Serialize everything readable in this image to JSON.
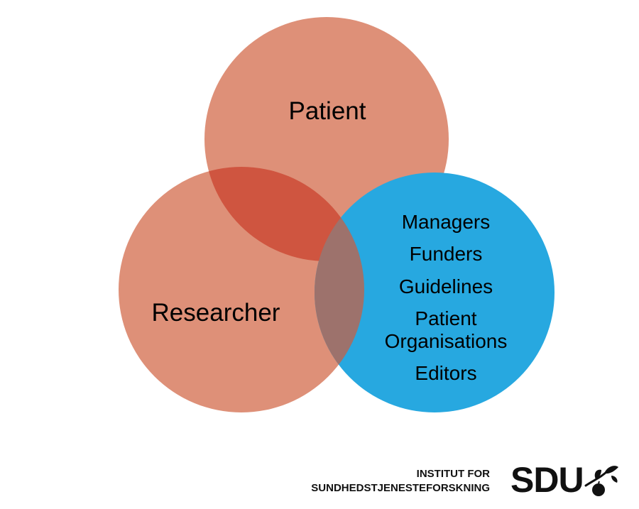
{
  "diagram": {
    "circles": [
      {
        "id": "patient",
        "label": "Patient",
        "color": "#de9078"
      },
      {
        "id": "researcher",
        "label": "Researcher",
        "color": "#de9078"
      },
      {
        "id": "stakeholders",
        "lines": [
          "Managers",
          "Funders",
          "Guidelines",
          "Patient",
          "Organisations",
          "Editors"
        ],
        "color": "#27a8e0"
      }
    ],
    "overlaps": {
      "patient_researcher": "#cf5540",
      "researcher_stakeholders": "#9d726c"
    }
  },
  "footer": {
    "institute_line1": "INSTITUT FOR",
    "institute_line2": "SUNDHEDSTJENESTEFORSKNING",
    "logo_text": "SDU"
  }
}
